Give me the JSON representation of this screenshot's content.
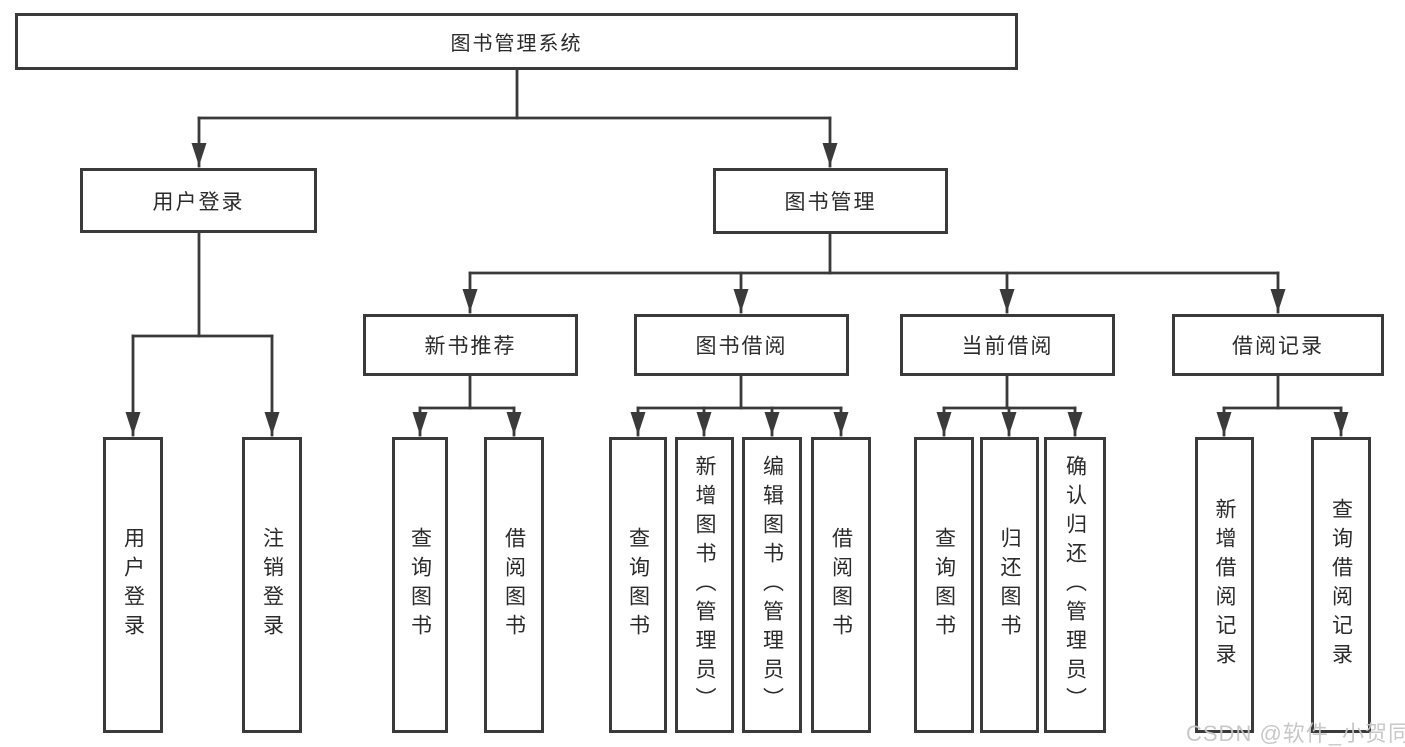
{
  "diagram": {
    "background": "#ffffff",
    "line_color": "#3a3a3a",
    "box_border_color": "#3a3a3a",
    "text_color": "#2b2b2b",
    "tree": {
      "label": "图书管理系统",
      "children": [
        {
          "label": "用户登录",
          "children": [
            {
              "label": "用户登录"
            },
            {
              "label": "注销登录"
            }
          ]
        },
        {
          "label": "图书管理",
          "children": [
            {
              "label": "新书推荐",
              "children": [
                {
                  "label": "查询图书"
                },
                {
                  "label": "借阅图书"
                }
              ]
            },
            {
              "label": "图书借阅",
              "children": [
                {
                  "label": "查询图书"
                },
                {
                  "label": "新增图书（管理员）"
                },
                {
                  "label": "编辑图书（管理员）"
                },
                {
                  "label": "借阅图书"
                }
              ]
            },
            {
              "label": "当前借阅",
              "children": [
                {
                  "label": "查询图书"
                },
                {
                  "label": "归还图书"
                },
                {
                  "label": "确认归还（管理员）"
                }
              ]
            },
            {
              "label": "借阅记录",
              "children": [
                {
                  "label": "新增借阅记录"
                },
                {
                  "label": "查询借阅记录"
                }
              ]
            }
          ]
        }
      ]
    }
  },
  "watermark": {
    "text": "CSDN @软件_小贺同学",
    "color": "#c5c5c5"
  }
}
